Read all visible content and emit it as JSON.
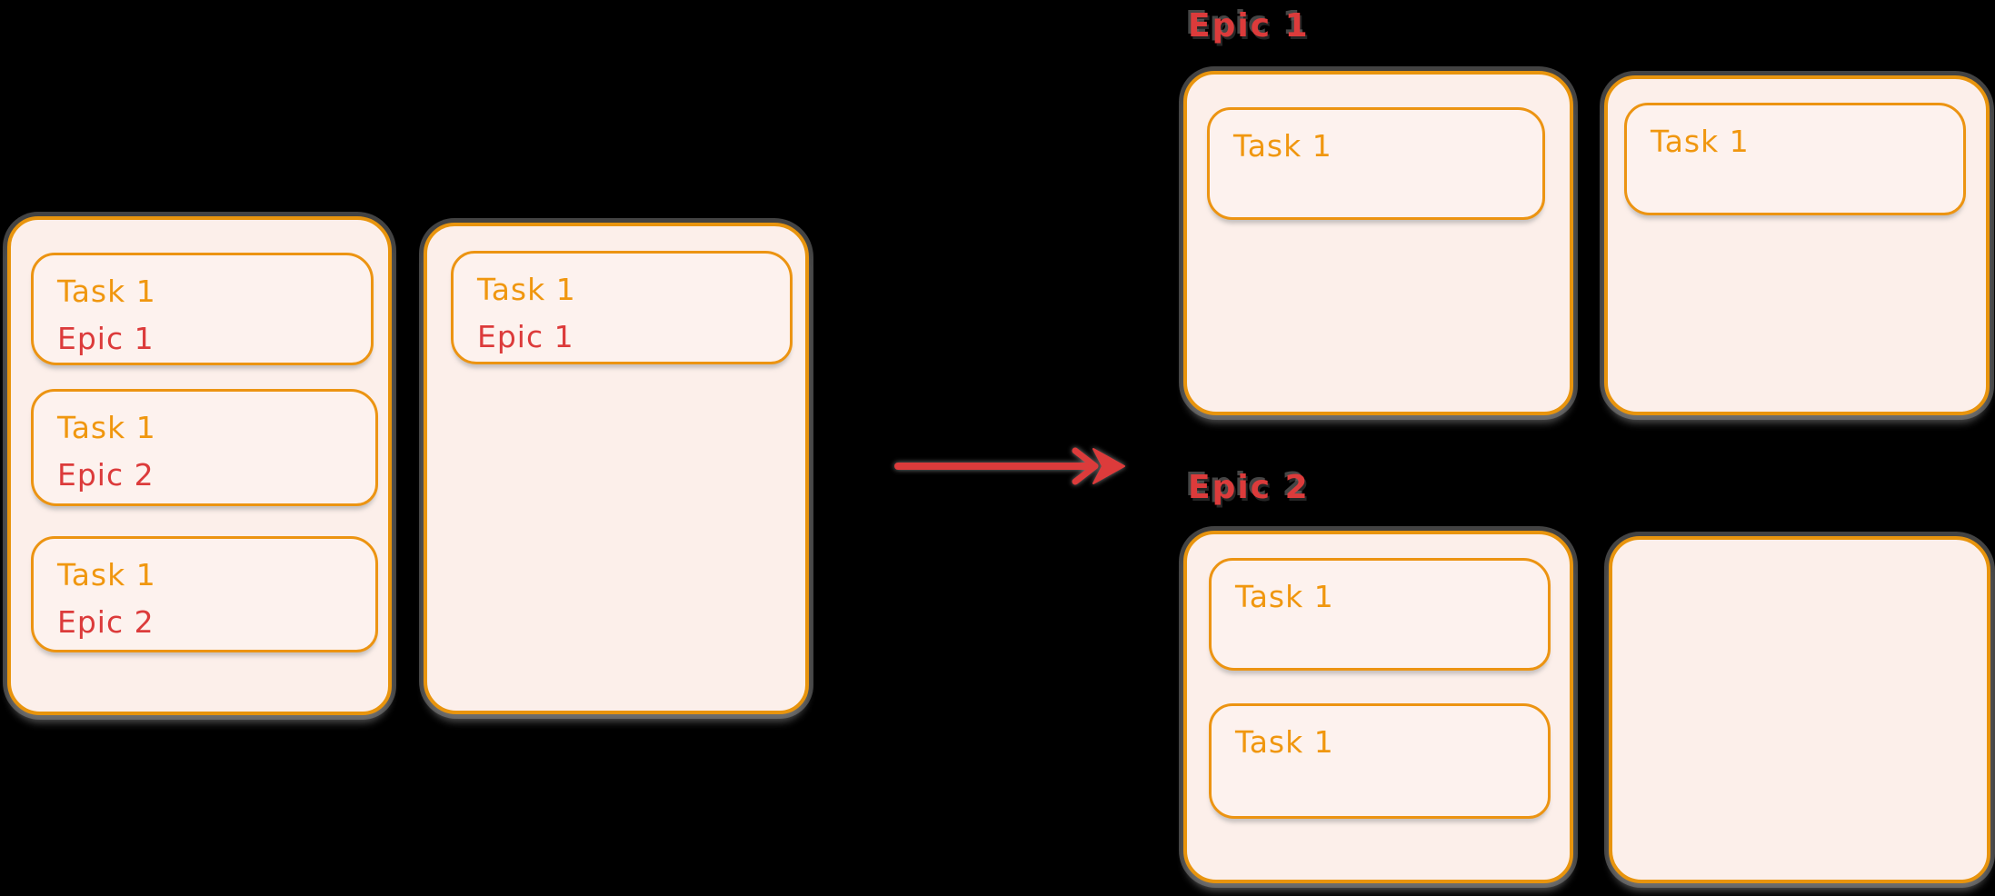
{
  "scene": {
    "background": "#000000",
    "colors": {
      "orange_stroke": "#E8940D",
      "orange_text": "#F0970F",
      "red": "#DC3B3B",
      "card_fill": "#FCEFEA",
      "box_fill": "#FDF2EE",
      "shadow_gray": "#909090"
    }
  },
  "before": {
    "cards": [
      {
        "tasks": [
          {
            "title": "Task 1",
            "epic": "Epic 1"
          },
          {
            "title": "Task 1",
            "epic": "Epic 2"
          },
          {
            "title": "Task 1",
            "epic": "Epic 2"
          }
        ]
      },
      {
        "tasks": [
          {
            "title": "Task 1",
            "epic": "Epic 1"
          }
        ]
      }
    ]
  },
  "arrow": {
    "icon": "arrow-right-icon",
    "color": "#DC3B3B"
  },
  "after": {
    "groups": [
      {
        "label": "Epic 1",
        "cards": [
          {
            "tasks": [
              {
                "title": "Task 1"
              }
            ]
          },
          {
            "tasks": [
              {
                "title": "Task 1"
              }
            ]
          }
        ]
      },
      {
        "label": "Epic 2",
        "cards": [
          {
            "tasks": [
              {
                "title": "Task 1"
              },
              {
                "title": "Task 1"
              }
            ]
          },
          {
            "tasks": []
          }
        ]
      }
    ]
  }
}
